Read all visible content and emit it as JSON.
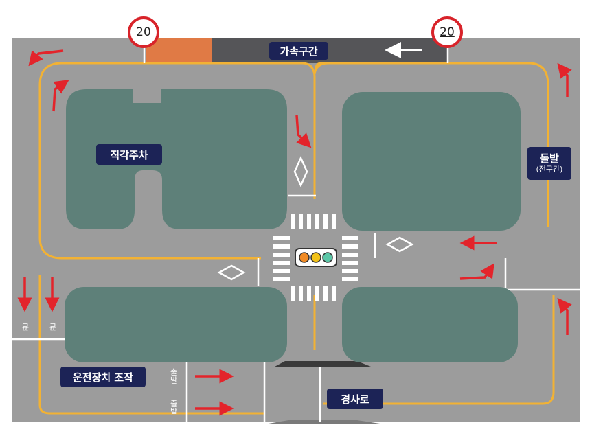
{
  "speed_signs": {
    "left": "20",
    "right": "20"
  },
  "labels": {
    "acceleration_zone": "가속구간",
    "parking": "직각주차",
    "sudden_stop_title": "돌발",
    "sudden_stop_sub": "(전구간)",
    "device_operation": "운전장치 조작",
    "slope": "경사로"
  },
  "markings": {
    "finish": "끝",
    "start": "출발"
  },
  "traffic_light": [
    "#f08a24",
    "#f2c218",
    "#5cc7a8"
  ],
  "colors": {
    "road": "#9c9c9c",
    "block": "#5e8079",
    "lane_line": "#f2b234",
    "arrow": "#e3242b",
    "label_bg": "#1c2356",
    "accel_lane": "#555558",
    "accel_start": "#e07a45"
  }
}
